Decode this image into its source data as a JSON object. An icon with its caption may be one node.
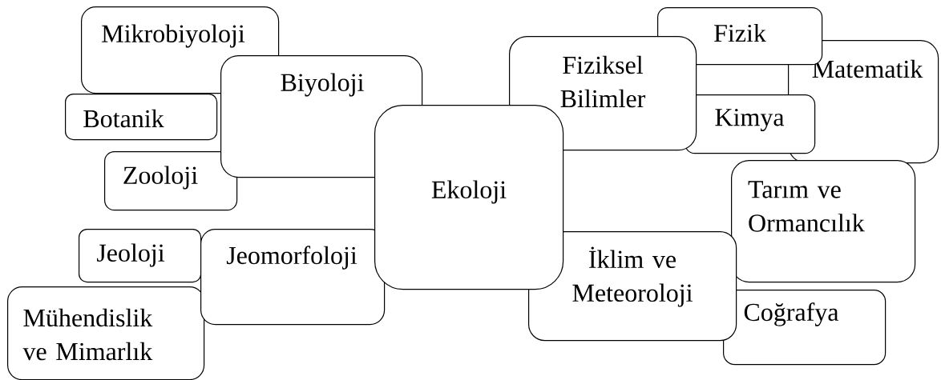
{
  "diagram": {
    "nodes": [
      {
        "text": [
          "Mikrobiyoloji"
        ]
      },
      {
        "text": [
          "Fizik"
        ]
      },
      {
        "text": [
          "Fiziksel Bilimler"
        ]
      },
      {
        "text": [
          "Matematik"
        ]
      },
      {
        "text": [
          "Biyoloji"
        ]
      },
      {
        "text": [
          "Botanik"
        ]
      },
      {
        "text": [
          "Kimya"
        ]
      },
      {
        "text": [
          "Ekoloji"
        ]
      },
      {
        "text": [
          "Zooloji"
        ]
      },
      {
        "text": [
          "Tarım ve Ormancılık"
        ]
      },
      {
        "text": [
          "Jeoloji"
        ]
      },
      {
        "text": [
          "Jeomorfoloji"
        ]
      },
      {
        "text": [
          "İklim ve Meteoroloji"
        ]
      },
      {
        "text": [
          "Mühendislik ve Mimarlık"
        ]
      },
      {
        "text": [
          "Coğrafya"
        ]
      }
    ]
  }
}
